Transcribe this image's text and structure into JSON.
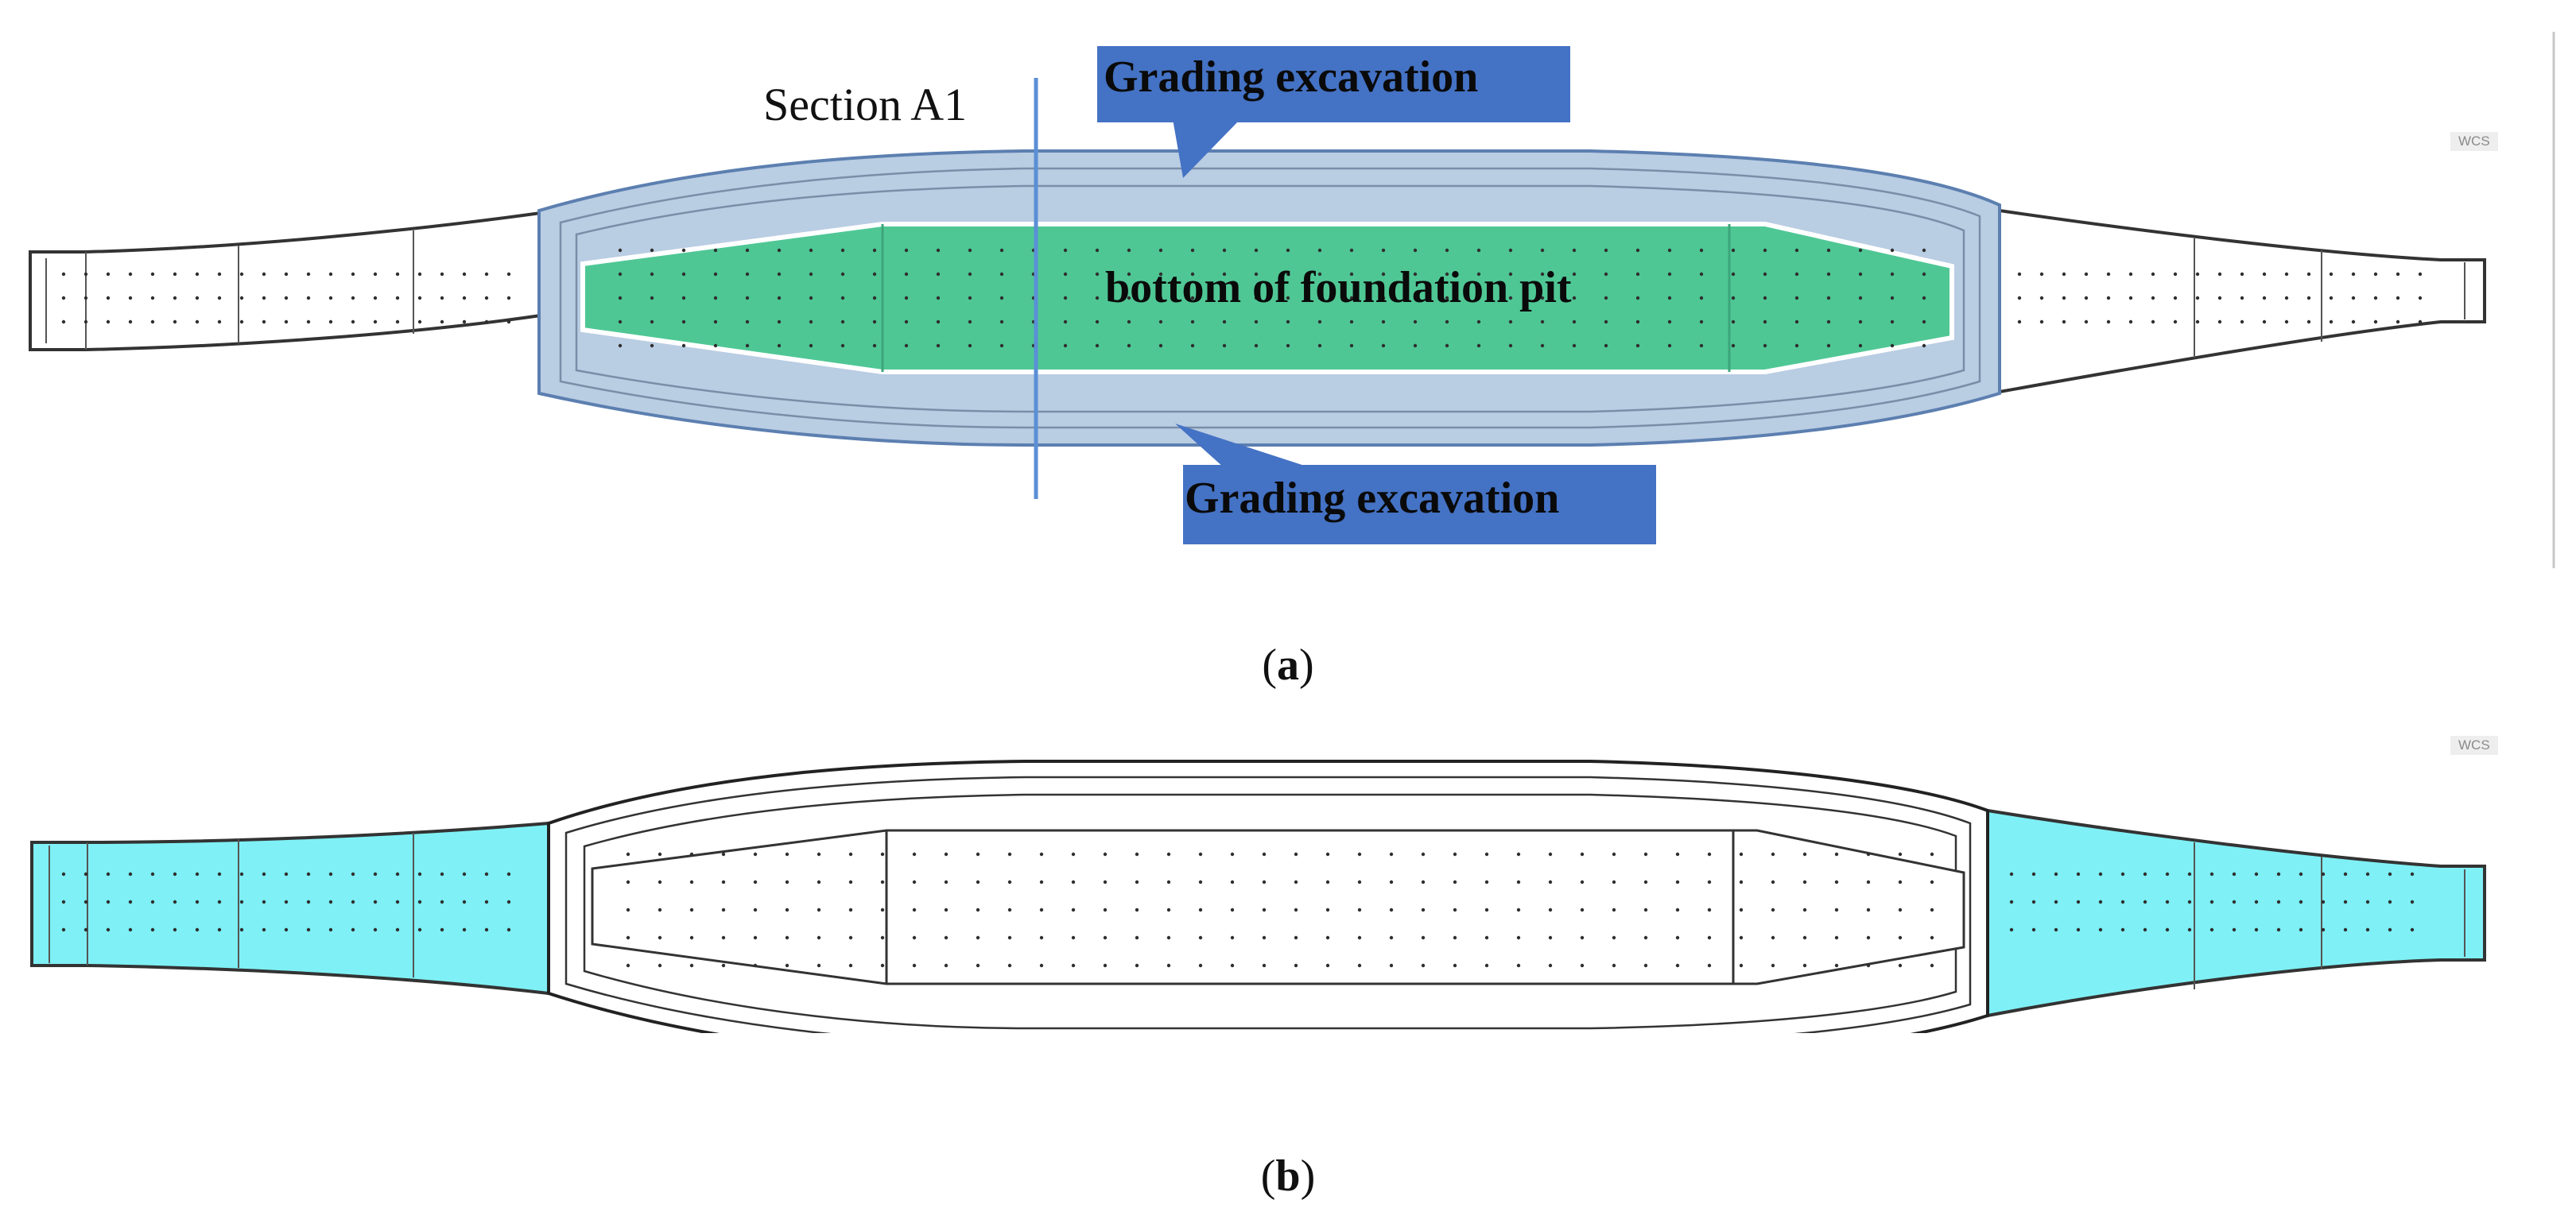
{
  "panel_a": {
    "section_label": "Section A1",
    "callout_top": "Grading excavation",
    "callout_bottom": "Grading excavation",
    "center_label": "bottom of foundation pit",
    "wcs_label": "WCS",
    "caption_letter": "a"
  },
  "panel_b": {
    "wcs_label": "WCS",
    "caption_letter": "b"
  },
  "colors": {
    "grading_zone": "#b9cde3",
    "pit_bottom": "#4fc795",
    "callout_box": "#4472c4",
    "section_line": "#5b8fd6",
    "end_zone": "#7ff0f5",
    "drawing_lines": "#333333"
  }
}
